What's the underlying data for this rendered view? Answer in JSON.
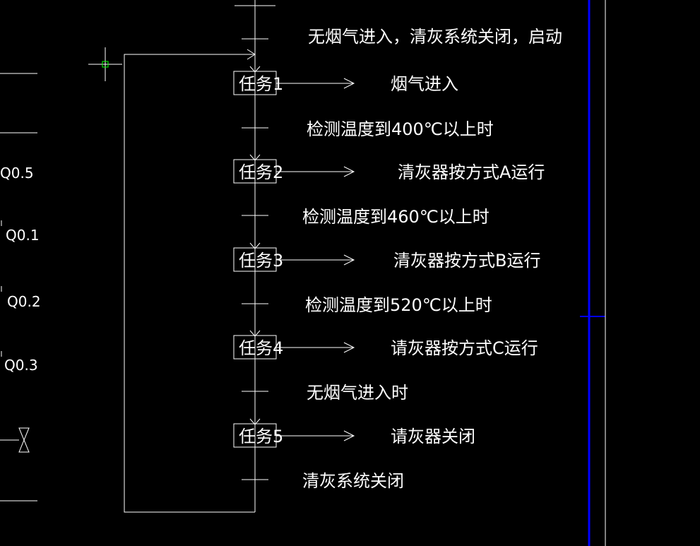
{
  "colors": {
    "background": "#000000",
    "line": "#ffffff",
    "blue_line": "#0000ff",
    "cursor": "#00ff00"
  },
  "left_labels": {
    "q05": "Q0.5",
    "q01": "Q0.1",
    "q02": "Q0.2",
    "q03": "Q0.3"
  },
  "top_transition": "无烟气进入，清灰系统关闭，启动",
  "steps": [
    {
      "box": "任务1",
      "action": "烟气进入",
      "transition": "检测温度到400℃以上时"
    },
    {
      "box": "任务2",
      "action": "清灰器按方式A运行",
      "transition": "检测温度到460℃以上时"
    },
    {
      "box": "任务3",
      "action": "清灰器按方式B运行",
      "transition": "检测温度到520℃以上时"
    },
    {
      "box": "任务4",
      "action": "请灰器按方式C运行",
      "transition": "无烟气进入时"
    },
    {
      "box": "任务5",
      "action": "请灰器关闭",
      "transition": "清灰系统关闭"
    }
  ]
}
